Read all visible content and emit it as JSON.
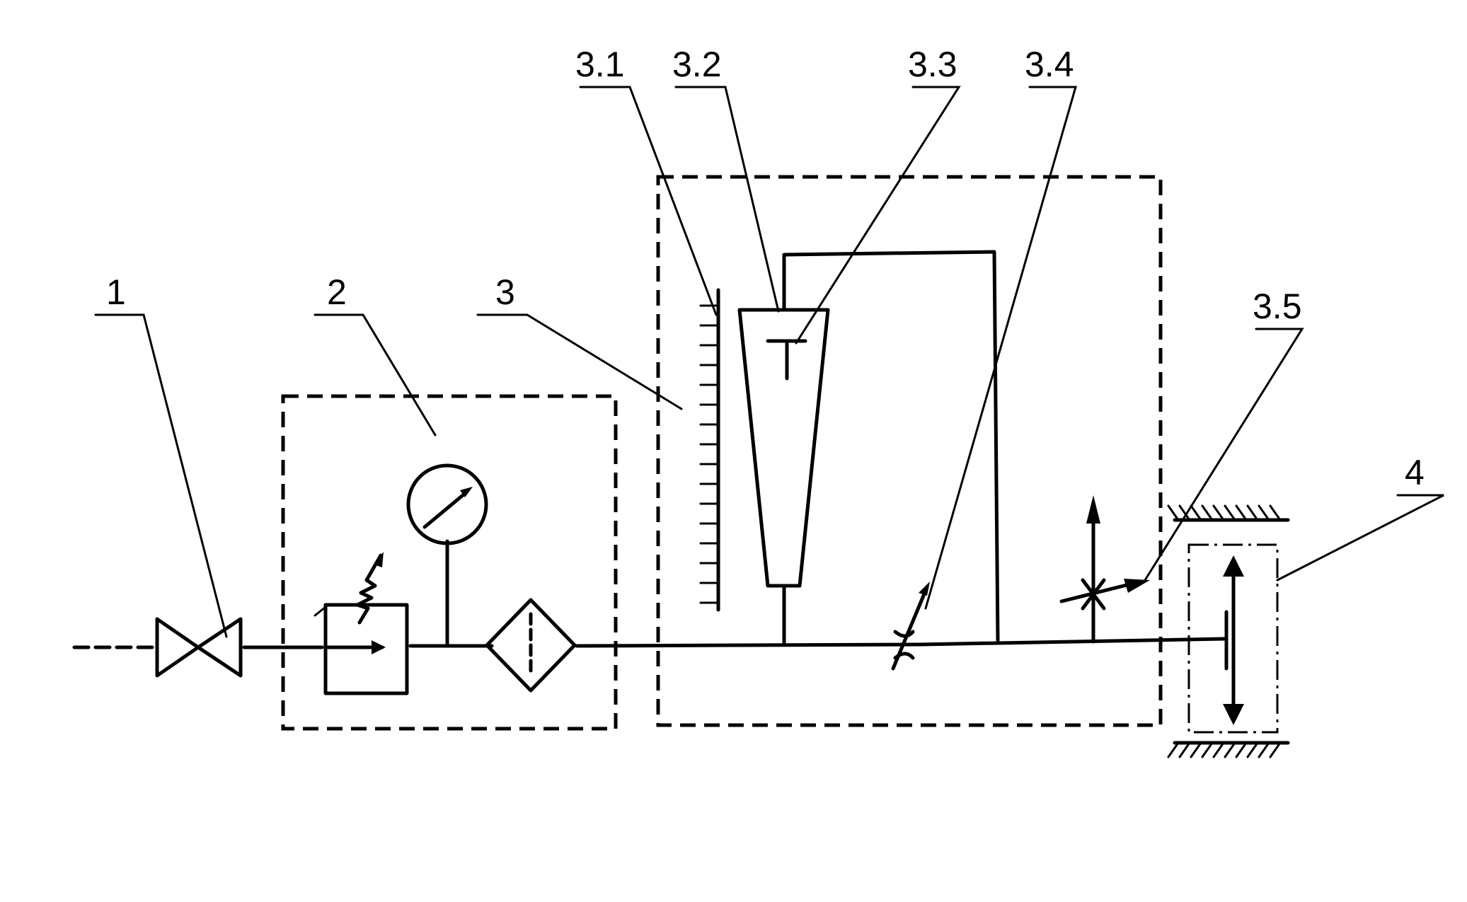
{
  "labels": {
    "valve": "1",
    "air_prep_unit": "2",
    "measuring_unit": "3",
    "scale": "3.1",
    "tapered_tube": "3.2",
    "float": "3.3",
    "throttle_valve": "3.4",
    "adjustable_nozzle": "3.5",
    "actuator": "4"
  },
  "icons": [
    "valve-icon",
    "pressure-regulator-icon",
    "pressure-gauge-icon",
    "filter-icon",
    "scale-icon",
    "rotameter-tube-icon",
    "float-icon",
    "throttle-icon",
    "nozzle-icon",
    "cylinder-icon"
  ]
}
